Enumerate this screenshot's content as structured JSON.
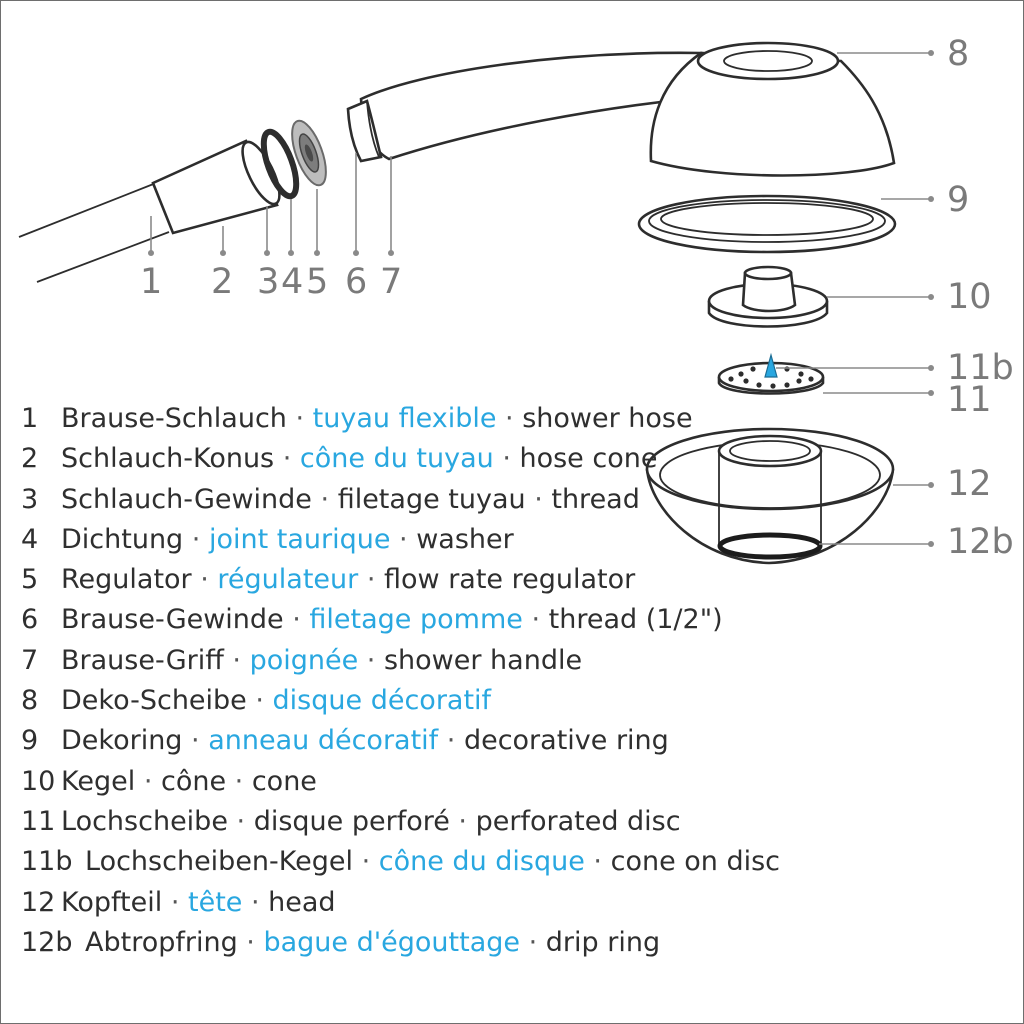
{
  "colors": {
    "french_highlight": "#29a7e0",
    "text": "#2f2f2f",
    "callout": "#7a7a7a",
    "outline": "#2d2d2d"
  },
  "callouts": [
    "1",
    "2",
    "3",
    "4",
    "5",
    "6",
    "7",
    "8",
    "9",
    "10",
    "11b",
    "11",
    "12",
    "12b"
  ],
  "legend": [
    {
      "num": "1",
      "de": "Brause-Schlauch",
      "fr": "tuyau flexible",
      "fr_highlight": true,
      "en": "shower hose"
    },
    {
      "num": "2",
      "de": "Schlauch-Konus",
      "fr": "cône du tuyau",
      "fr_highlight": true,
      "en": "hose cone"
    },
    {
      "num": "3",
      "de": "Schlauch-Gewinde",
      "fr": "filetage tuyau",
      "fr_highlight": false,
      "en": "thread"
    },
    {
      "num": "4",
      "de": "Dichtung",
      "fr": "joint taurique",
      "fr_highlight": true,
      "en": "washer"
    },
    {
      "num": "5",
      "de": "Regulator",
      "fr": "régulateur",
      "fr_highlight": true,
      "en": "flow rate regulator"
    },
    {
      "num": "6",
      "de": "Brause-Gewinde",
      "fr": "filetage pomme",
      "fr_highlight": true,
      "en": "thread (1/2\")"
    },
    {
      "num": "7",
      "de": "Brause-Griff",
      "fr": "poignée",
      "fr_highlight": true,
      "en": "shower handle"
    },
    {
      "num": "8",
      "de": "Deko-Scheibe",
      "fr": "disque décoratif",
      "fr_highlight": true,
      "en": ""
    },
    {
      "num": "9",
      "de": "Dekoring",
      "fr": "anneau décoratif",
      "fr_highlight": true,
      "en": "decorative ring"
    },
    {
      "num": "10",
      "de": "Kegel",
      "fr": "cône",
      "fr_highlight": false,
      "en": "cone"
    },
    {
      "num": "11",
      "de": "Lochscheibe",
      "fr": "disque perforé",
      "fr_highlight": false,
      "en": "perforated disc"
    },
    {
      "num": "11b",
      "de": "Lochscheiben-Kegel",
      "fr": "cône du disque",
      "fr_highlight": true,
      "en": "cone on disc"
    },
    {
      "num": "12",
      "de": "Kopfteil",
      "fr": "tête",
      "fr_highlight": true,
      "en": "head"
    },
    {
      "num": "12b",
      "de": "Abtropfring",
      "fr": "bague d'égouttage",
      "fr_highlight": true,
      "en": "drip ring"
    }
  ]
}
